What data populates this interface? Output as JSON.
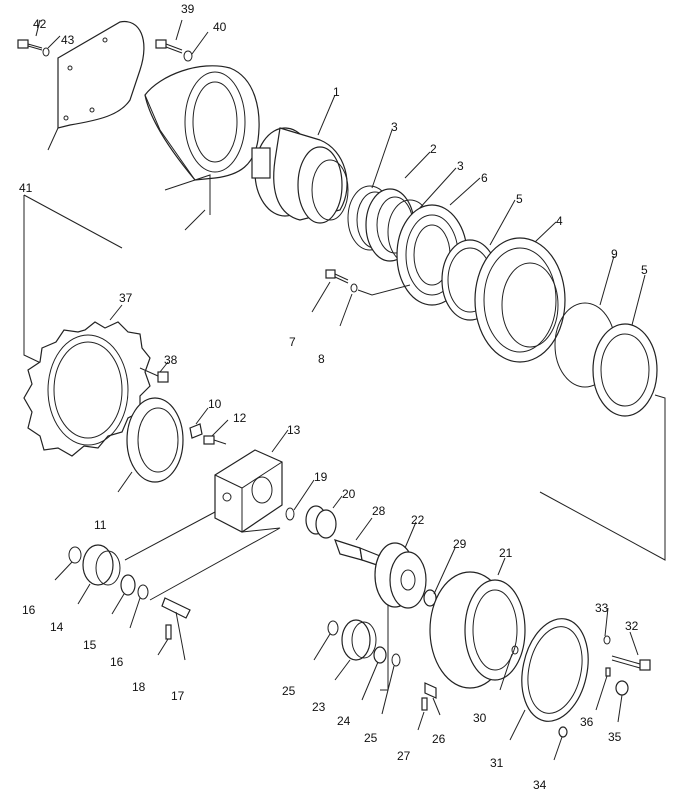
{
  "diagram": {
    "callouts": [
      "42",
      "43",
      "39",
      "40",
      "1",
      "3",
      "2",
      "3",
      "6",
      "5",
      "4",
      "9",
      "5",
      "41",
      "7",
      "8",
      "37",
      "38",
      "10",
      "12",
      "13",
      "19",
      "20",
      "28",
      "22",
      "29",
      "21",
      "11",
      "16",
      "14",
      "15",
      "16",
      "18",
      "17",
      "25",
      "23",
      "24",
      "25",
      "27",
      "26",
      "30",
      "31",
      "34",
      "33",
      "32",
      "36",
      "35"
    ]
  }
}
